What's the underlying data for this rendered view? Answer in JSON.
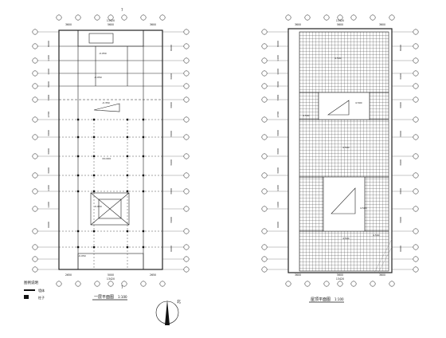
{
  "drawing": {
    "left_plan": {
      "top_dims": [
        "3600",
        "5600",
        "3600"
      ],
      "top_total": "13420",
      "bottom_dims": [
        "2650",
        "5000",
        "2650"
      ],
      "bottom_total": "13420",
      "section_mark": "7",
      "left_dims": [
        "8600",
        "1400",
        "1400",
        "3600",
        "3000",
        "2700",
        "3000",
        "3000",
        "3600",
        "1400",
        "1400",
        "6600"
      ],
      "right_dims": [
        "8600",
        "3600",
        "3000",
        "3000",
        "3600",
        "3000",
        "3600",
        "6600"
      ],
      "elevations": [
        "-0.050",
        "-0.050",
        "-0.350",
        "±0.000",
        "-0.050",
        "-0.050"
      ],
      "title": "一层平面图",
      "scale": "1:100"
    },
    "right_plan": {
      "top_dims": [
        "3600",
        "5600",
        "3600"
      ],
      "top_total": "13420",
      "bottom_dims": [
        "3600",
        "5600",
        "3600"
      ],
      "bottom_total": "13420",
      "left_dims": [
        "8600",
        "1400",
        "1400",
        "3600",
        "3000",
        "2700",
        "3000",
        "3000",
        "3600",
        "1400",
        "1400",
        "6600"
      ],
      "right_dims": [
        "8600",
        "3600",
        "3000",
        "3000",
        "3600",
        "3000",
        "3600",
        "6600"
      ],
      "elevations": [
        "4.500",
        "4.500",
        "4.500",
        "4.500",
        "4.500",
        "4.500",
        "4.500"
      ],
      "title": "屋顶平面图",
      "scale": "1:100"
    },
    "legend": {
      "title": "图例说明",
      "items": [
        "墙体",
        "柱子"
      ]
    }
  }
}
